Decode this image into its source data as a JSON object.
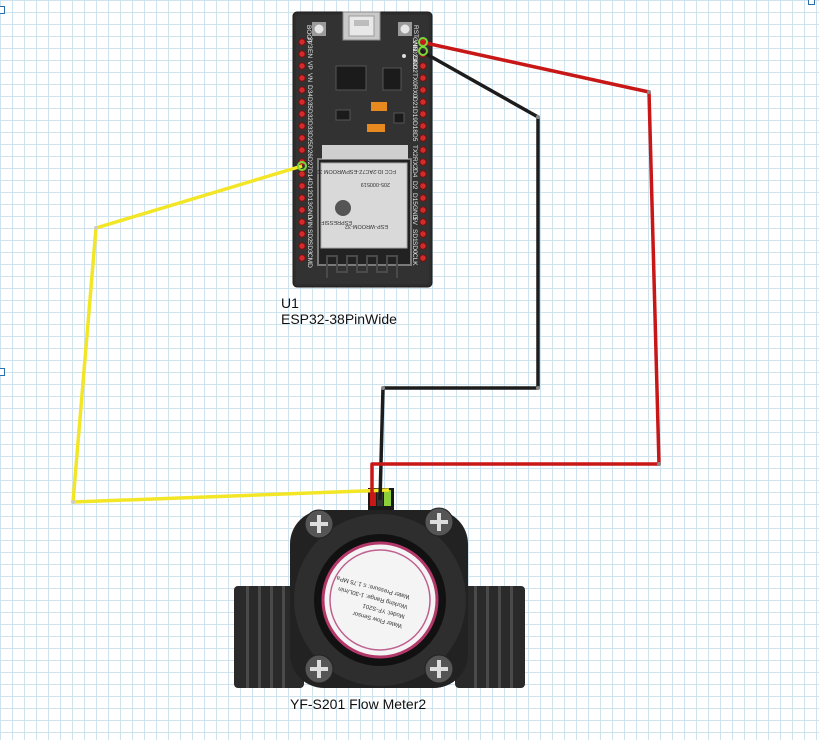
{
  "components": {
    "esp32": {
      "ref": "U1",
      "part": "ESP32-38PinWide",
      "board_labels": {
        "boot": "BOOT",
        "rst": "RST",
        "module": "ESP-WROOM-32",
        "fcc": "FCC ID:2AC7Z-ESPWROOM 32",
        "cert": "205-000519",
        "brand": "ESPRESSIF"
      },
      "left_pins": [
        "3V3",
        "EN",
        "VP",
        "VN",
        "D34",
        "D35",
        "D32",
        "D33",
        "D25",
        "D26",
        "D27",
        "D14",
        "D12",
        "D13",
        "GND",
        "VIN",
        "SD2",
        "SD3",
        "CMD"
      ],
      "right_pins": [
        "GND",
        "D23",
        "D22",
        "TX0",
        "RX0",
        "D21",
        "D19",
        "D18",
        "D5",
        "TX2",
        "RX2",
        "D4",
        "D2",
        "D15",
        "GND",
        "5V",
        "SD1",
        "SD0",
        "CLK"
      ],
      "corner_labels": [
        "VIN",
        "GND"
      ]
    },
    "flow_meter": {
      "name": "YF-S201 Flow Meter2",
      "dial_lines": [
        "Water Flow Sensor",
        "Model: YF-S201",
        "Working Range: 1-30L/min",
        "Water Pressure: ≤ 1.75 MPa"
      ]
    }
  },
  "wires": {
    "signal_color": "#f2e626",
    "ground_color": "#1c1c1c",
    "power_color": "#c81717"
  }
}
